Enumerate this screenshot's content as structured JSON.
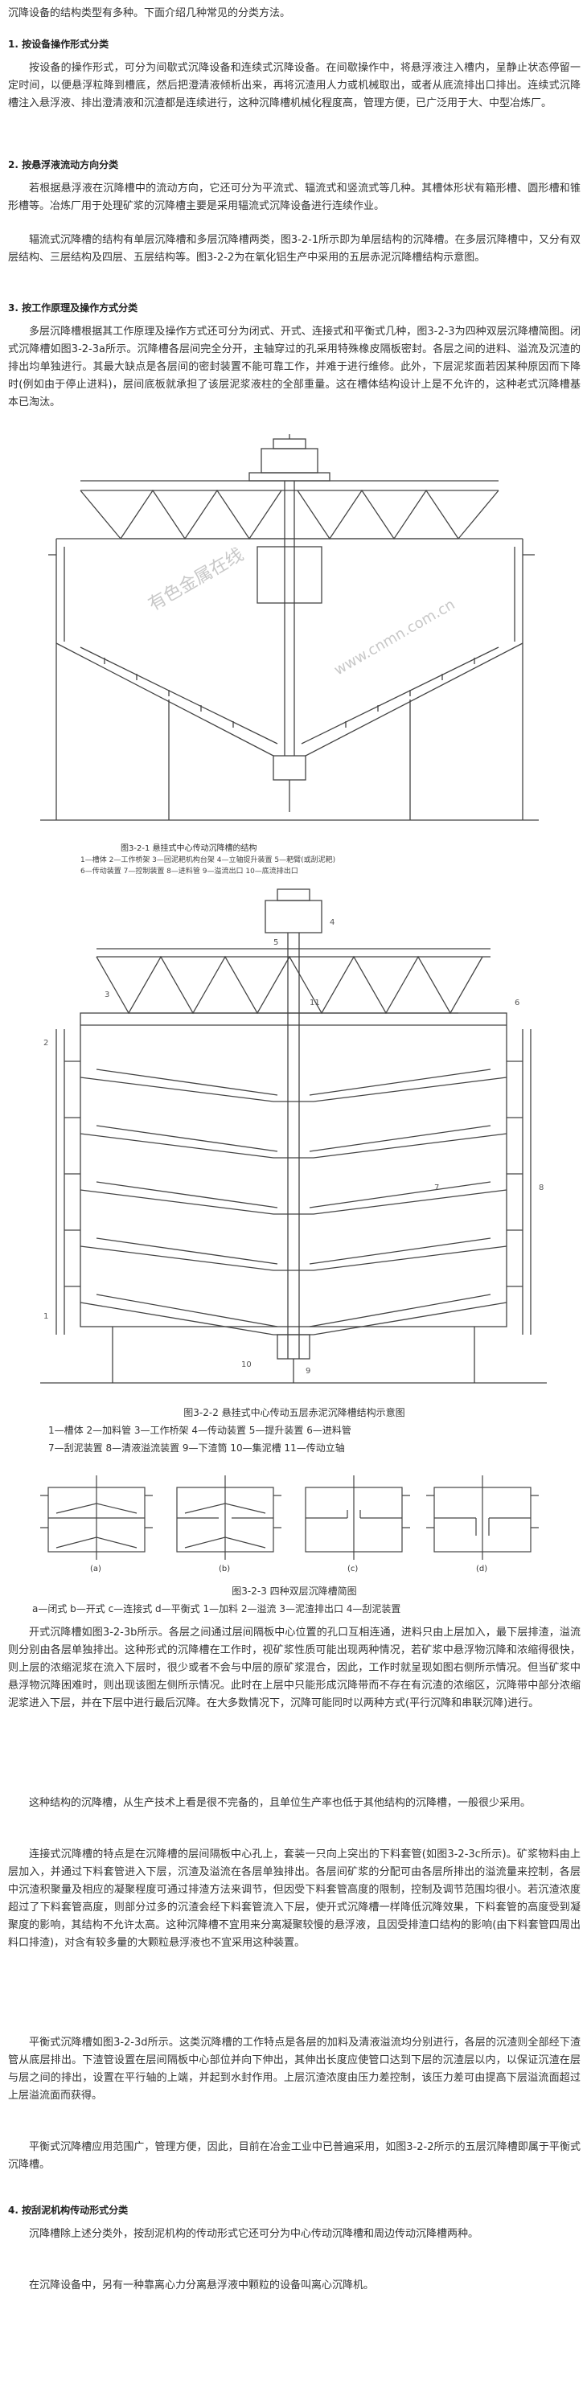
{
  "intro": "沉降设备的结构类型有多种。下面介绍几种常见的分类方法。",
  "sections": {
    "s1": {
      "heading": "1. 按设备操作形式分类",
      "p1": "按设备的操作形式，可分为间歇式沉降设备和连续式沉降设备。在间歇操作中，将悬浮液注入槽内，呈静止状态停留一定时间，以便悬浮粒降到槽底，然后把澄清液倾析出来，再将沉渣用人力或机械取出，或者从底流排出口排出。连续式沉降槽注入悬浮液、排出澄清液和沉渣都是连续进行，这种沉降槽机械化程度高，管理方便，已广泛用于大、中型冶炼厂。"
    },
    "s2": {
      "heading": "2. 按悬浮液流动方向分类",
      "p1": "若根据悬浮液在沉降槽中的流动方向，它还可分为平流式、辐流式和竖流式等几种。其槽体形状有箱形槽、圆形槽和锥形槽等。冶炼厂用于处理矿浆的沉降槽主要是采用辐流式沉降设备进行连续作业。",
      "p2": "辐流式沉降槽的结构有单层沉降槽和多层沉降槽两类，图3-2-1所示即为单层结构的沉降槽。在多层沉降槽中，又分有双层结构、三层结构及四层、五层结构等。图3-2-2为在氧化铝生产中采用的五层赤泥沉降槽结构示意图。"
    },
    "s3": {
      "heading": "3. 按工作原理及操作方式分类",
      "p1": "多层沉降槽根据其工作原理及操作方式还可分为闭式、开式、连接式和平衡式几种，图3-2-3为四种双层沉降槽简图。闭式沉降槽如图3-2-3a所示。沉降槽各层间完全分开，主轴穿过的孔采用特殊橡皮隔板密封。各层之间的进料、溢流及沉渣的排出均单独进行。其最大缺点是各层间的密封装置不能可靠工作，并难于进行维修。此外，下层泥浆面若因某种原因而下降时(例如由于停止进料)，层间底板就承担了该层泥浆液柱的全部重量。这在槽体结构设计上是不允许的，这种老式沉降槽基本已淘汰。"
    },
    "fig1": {
      "watermark1": "有色金属在线",
      "watermark2": "www.cnmn.com.cn",
      "caption": "图3-2-1  悬挂式中心传动沉降槽的结构",
      "legend1": "1—槽体  2—工作桥架  3—回泥耙机构台架  4—立轴提升装置  5—耙臂(或刮泥耙)",
      "legend2": "6—传动装置  7—控制装置  8—进料管  9—溢流出口  10—底流排出口"
    },
    "fig2": {
      "caption": "图3-2-2 悬挂式中心传动五层赤泥沉降槽结构示意图",
      "legend1": "1—槽体  2—加料管  3—工作桥架  4—传动装置  5—提升装置  6—进料管",
      "legend2": "7—刮泥装置  8—清液溢流装置  9—下渣筒  10—集泥槽  11—传动立轴"
    },
    "fig3": {
      "labels": [
        "(a)",
        "(b)",
        "(c)",
        "(d)"
      ],
      "caption": "图3-2-3 四种双层沉降槽简图",
      "legend": "a—闭式  b—开式  c—连接式  d—平衡式  1—加料  2—溢流  3—泥渣排出口  4—刮泥装置"
    },
    "s3b": {
      "p1": "开式沉降槽如图3-2-3b所示。各层之间通过层间隔板中心位置的孔口互相连通，进料只由上层加入，最下层排渣，溢流则分别由各层单独排出。这种形式的沉降槽在工作时，视矿浆性质可能出现两种情况，若矿浆中悬浮物沉降和浓缩得很快，则上层的浓缩泥浆在流入下层时，很少或者不会与中层的原矿浆混合，因此，工作时就呈现如图右侧所示情况。但当矿浆中悬浮物沉降困难时，则出现该图左侧所示情况。此时在上层中只能形成沉降带而不存在有沉渣的浓缩区，沉降带中部分浓缩泥浆进入下层，并在下层中进行最后沉降。在大多数情况下，沉降可能同时以两种方式(平行沉降和串联沉降)进行。",
      "p2": "这种结构的沉降槽，从生产技术上看是很不完备的，且单位生产率也低于其他结构的沉降槽，一般很少采用。",
      "p3": "连接式沉降槽的特点是在沉降槽的层间隔板中心孔上，套装一只向上突出的下料套管(如图3-2-3c所示)。矿浆物料由上层加入，并通过下料套管进入下层，沉渣及溢流在各层单独排出。各层间矿浆的分配可由各层所排出的溢流量来控制，各层中沉渣积聚量及相应的凝聚程度可通过排渣方法来调节，但因受下料套管高度的限制，控制及调节范围均很小。若沉渣浓度超过了下料套管高度，则部分过多的沉渣会经下料套管流入下层，使开式沉降槽一样降低沉降效果，下料套管的高度受到凝聚度的影响，其结构不允许太高。这种沉降槽不宜用来分离凝聚较慢的悬浮液，且因受排渣口结构的影响(由下料套管四周出料口排渣)，对含有较多量的大颗粒悬浮液也不宜采用这种装置。",
      "p4": "平衡式沉降槽如图3-2-3d所示。这类沉降槽的工作特点是各层的加料及清液溢流均分别进行，各层的沉渣则全部经下渣管从底层排出。下渣管设置在层间隔板中心部位并向下伸出，其伸出长度应使管口达到下层的沉渣层以内，以保证沉渣在层与层之间的排出，设置在平行轴的上端，并起到水封作用。上层沉渣浓度由压力差控制，该压力差可由提高下层溢流面超过上层溢流面而获得。",
      "p5": "平衡式沉降槽应用范围广，管理方便，因此，目前在冶金工业中已普遍采用，如图3-2-2所示的五层沉降槽即属于平衡式沉降槽。"
    },
    "s4": {
      "heading": "4. 按刮泥机构传动形式分类",
      "p1": "沉降槽除上述分类外，按刮泥机构的传动形式它还可分为中心传动沉降槽和周边传动沉降槽两种。",
      "p2": "在沉降设备中，另有一种靠离心力分离悬浮液中颗粒的设备叫离心沉降机。"
    }
  },
  "colors": {
    "text": "#333333",
    "line": "#444444",
    "watermark": "#c8c8c8"
  }
}
